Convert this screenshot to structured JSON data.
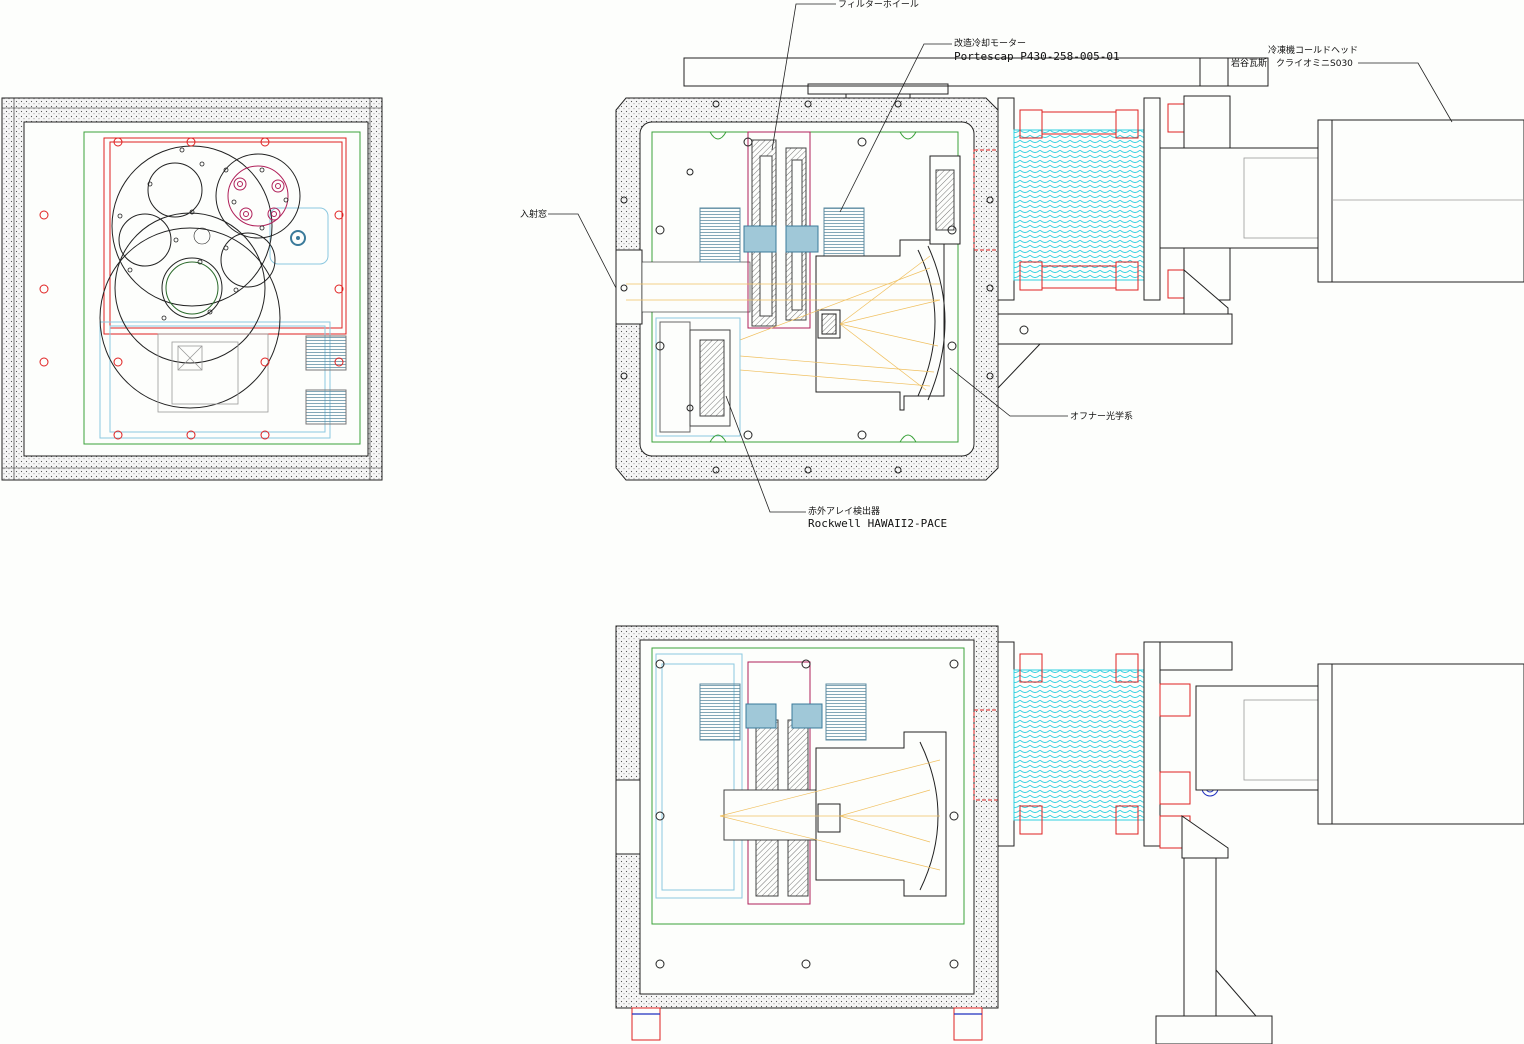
{
  "labels": {
    "filter_wheel": "フィルターホイール",
    "motor_title": "改造冷却モーター",
    "motor_model": "Portescap P430-258-005-01",
    "cryo_title": "冷凍機コールドヘッド",
    "cryo_maker": "岩谷瓦斯",
    "cryo_model": "クライオミニS030",
    "window": "入射窓",
    "offner": "オフナー光学系",
    "detector_title": "赤外アレイ検出器",
    "detector_model": "Rockwell HAWAII2-PACE"
  },
  "colors": {
    "line": "#222222",
    "red": "#e02020",
    "green": "#3aa13a",
    "cyan": "#2fd0e0",
    "light_blue": "#8cc8e0",
    "magenta": "#b0205a",
    "yellow": "#f0c060",
    "dark_blue": "#2030c0",
    "background": "#fdfefc"
  }
}
